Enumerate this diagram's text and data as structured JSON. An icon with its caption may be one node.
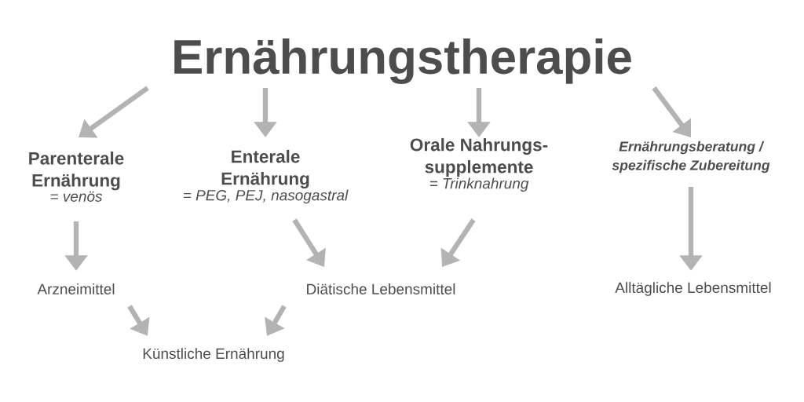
{
  "diagram": {
    "nodes": [
      {
        "text": [
          "Ernährungstherapie"
        ]
      },
      {
        "text": [
          "Parenterale Ernährung",
          "= venös"
        ]
      },
      {
        "text": [
          "Enterale Ernährung",
          "= PEG, PEJ, nasogastral"
        ]
      },
      {
        "text": [
          "Orale Nahrungs- supplemente",
          "= Trinknahrung"
        ]
      },
      {
        "text": [
          "Ernährungsberatung / spezifische Zubereitung"
        ]
      },
      {
        "text": [
          "Arzneimittel"
        ]
      },
      {
        "text": [
          "Diätische Lebensmittel"
        ]
      },
      {
        "text": [
          "Alltägliche Lebensmittel"
        ]
      },
      {
        "text": [
          "Künstliche Ernährung"
        ]
      }
    ],
    "edges": [
      {
        "from": 0,
        "to": 1,
        "arrow": "to"
      },
      {
        "from": 0,
        "to": 2,
        "arrow": "to"
      },
      {
        "from": 0,
        "to": 3,
        "arrow": "to"
      },
      {
        "from": 0,
        "to": 4,
        "arrow": "to"
      },
      {
        "from": 1,
        "to": 5,
        "arrow": "to"
      },
      {
        "from": 2,
        "to": 6,
        "arrow": "to"
      },
      {
        "from": 3,
        "to": 6,
        "arrow": "to"
      },
      {
        "from": 4,
        "to": 7,
        "arrow": "to"
      },
      {
        "from": 5,
        "to": 8,
        "arrow": "to"
      },
      {
        "from": 6,
        "to": 8,
        "arrow": "to"
      }
    ]
  }
}
